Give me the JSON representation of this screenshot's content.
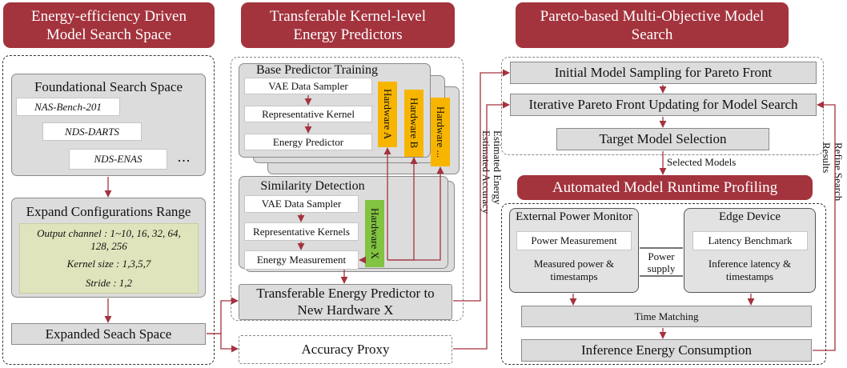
{
  "colors": {
    "banner": "#a3333d",
    "hardware": "#f7b500",
    "hardware_x": "#82c341",
    "config": "#e0e4bc",
    "box_grey": "#dcdcdc"
  },
  "col1": {
    "title": "Energy-efficiency Driven\nModel Search Space",
    "foundational": {
      "title": "Foundational Search Space",
      "items": [
        "NAS-Bench-201",
        "NDS-DARTS",
        "NDS-ENAS"
      ],
      "ellipsis": "..."
    },
    "expand": {
      "title": "Expand Configurations Range",
      "config": [
        "Output channel : 1~10, 16, 32, 64,",
        "128, 256",
        "Kernel size : 1,3,5,7",
        "Stride : 1,2"
      ]
    },
    "expanded": "Expanded Seach Space"
  },
  "col2": {
    "title": "Transferable Kernel-level\nEnergy Predictors",
    "base": {
      "title": "Base Predictor Training",
      "steps": [
        "VAE Data Sampler",
        "Representative Kernel",
        "Energy Predictor"
      ],
      "hardware": [
        "Hardware A",
        "Hardware B",
        "Hardware ..."
      ]
    },
    "similarity": {
      "title": "Similarity Detection",
      "steps": [
        "VAE Data Sampler",
        "Representative Kernels",
        "Energy Measurement"
      ],
      "hardware": "Hardware X"
    },
    "transfer": "Transferable Energy Predictor to\nNew Hardware X",
    "proxy": "Accuracy Proxy"
  },
  "middle_labels": [
    "Estimated Accuracy",
    "Estimated Energy"
  ],
  "col3": {
    "title": "Pareto-based Multi-Objective Model\nSearch",
    "steps": [
      "Initial Model Sampling for Pareto Front",
      "Iterative Pareto Front Updating for Model Search",
      "Target Model Selection"
    ],
    "selected": "Selected Models",
    "refine": "Refine Search\nResults",
    "profiling": {
      "title": "Automated Model Runtime Profiling",
      "monitor": {
        "title": "External Power Monitor",
        "box": "Power Measurement",
        "text": "Measured power &\ntimestamps"
      },
      "power_supply": "Power\nsupply",
      "edge": {
        "title": "Edge Device",
        "box": "Latency Benchmark",
        "text": "Inference latency &\ntimestamps"
      },
      "time_matching": "Time Matching",
      "consumption": "Inference Energy Consumption"
    }
  }
}
